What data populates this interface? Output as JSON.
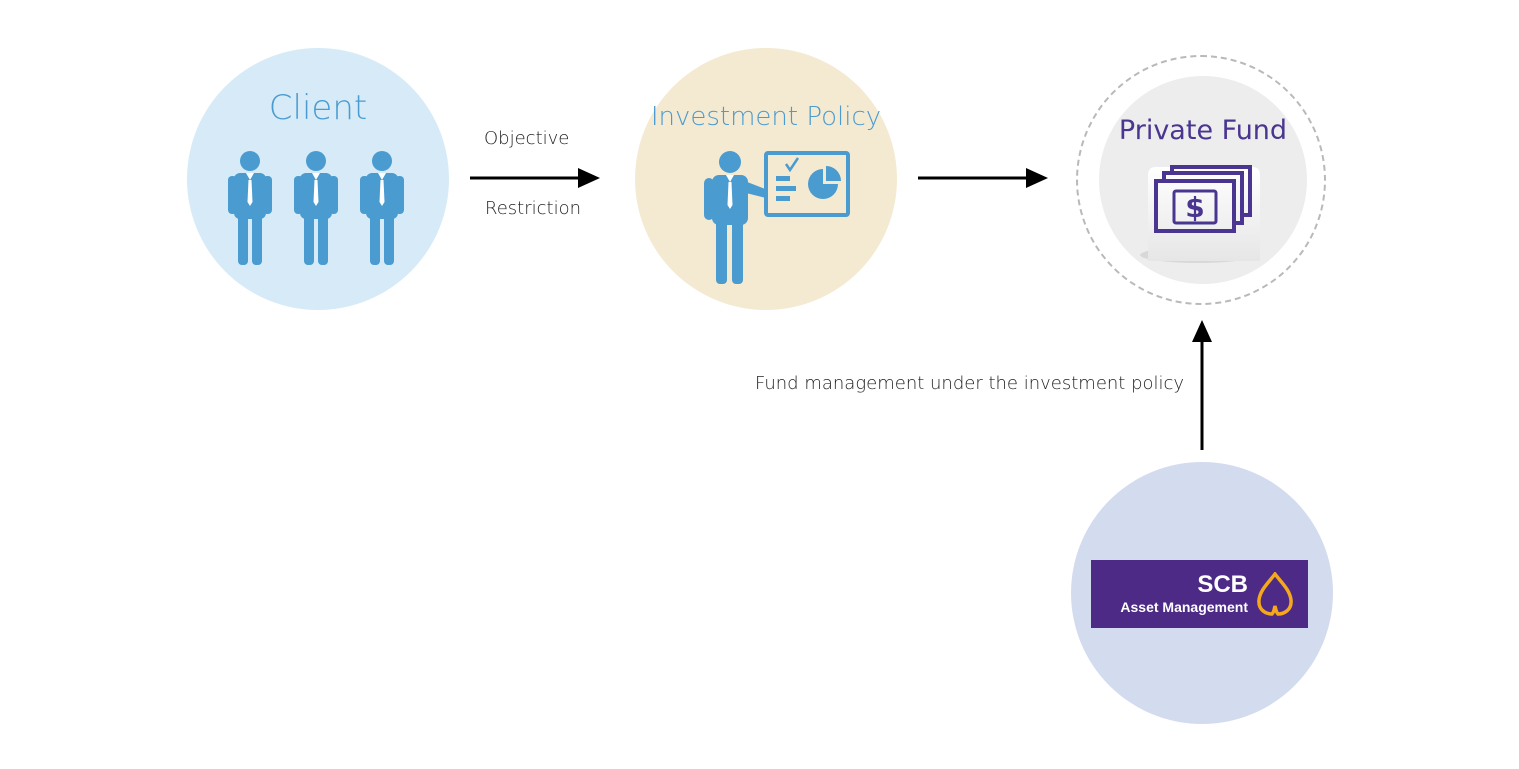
{
  "client": {
    "title": "Client",
    "icon": "three-people-icon"
  },
  "policy": {
    "title": "Investment Policy",
    "icon": "presenter-chart-icon"
  },
  "fund": {
    "title": "Private Fund",
    "icon": "money-bills-icon"
  },
  "flow": {
    "objective": "Objective",
    "restriction": "Restriction",
    "management": "Fund management under the investment policy"
  },
  "manager": {
    "short_name": "SCB",
    "full_name": "Asset Management",
    "icon": "scb-crest-icon"
  },
  "colors": {
    "client_bg": "#d6ebf7",
    "policy_bg": "#f4ead2",
    "fund_bg": "#ededed",
    "manager_bg": "#d3dbef",
    "icon_blue": "#4a9bd0",
    "brand_purple": "#4c2a86",
    "brand_gold": "#f5a81c"
  }
}
